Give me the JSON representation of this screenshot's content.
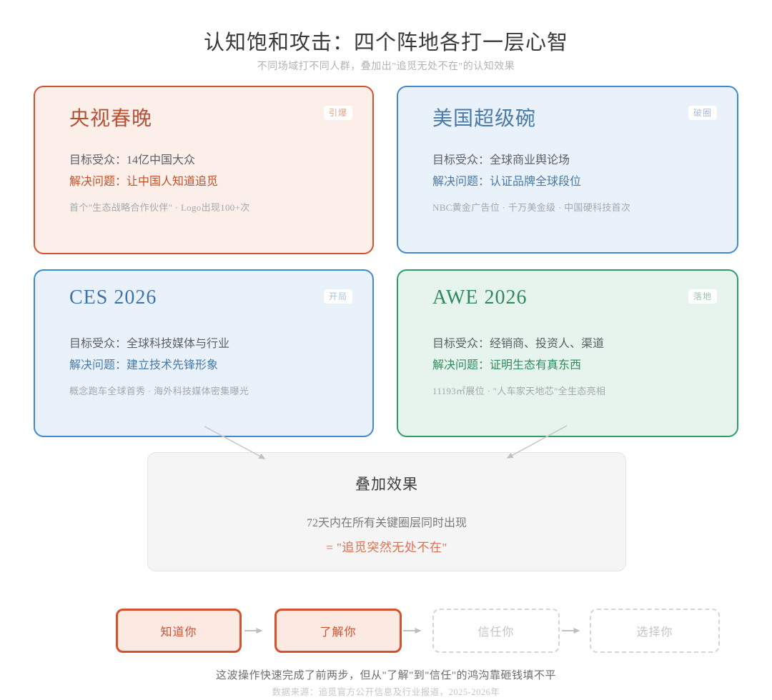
{
  "page": {
    "title": "认知饱和攻击：四个阵地各打一层心智",
    "subtitle": "不同场域打不同人群，叠加出\"追觅无处不在\"的认知效果"
  },
  "cards": [
    {
      "title": "央视春晚",
      "badge": "引爆",
      "audience": "目标受众：14亿中国大众",
      "problem": "解决问题：让中国人知道追觅",
      "footnote": "首个\"生态战略合作伙伴\" · Logo出现100+次",
      "colors": {
        "border": "#d4532e",
        "bg": "#fcefe9",
        "title": "#b55137",
        "problem": "#c2512a",
        "badge_text": "#e5a18b"
      }
    },
    {
      "title": "美国超级碗",
      "badge": "破圈",
      "audience": "目标受众：全球商业舆论场",
      "problem": "解决问题：认证品牌全球段位",
      "footnote": "NBC黄金广告位 · 千万美金级 · 中国硬科技首次",
      "colors": {
        "border": "#4289d1",
        "bg": "#e9f1fa",
        "title": "#4a7aa6",
        "problem": "#4a7aa6",
        "badge_text": "#a9bdd6"
      }
    },
    {
      "title": "CES 2026",
      "badge": "开局",
      "audience": "目标受众：全球科技媒体与行业",
      "problem": "解决问题：建立技术先锋形象",
      "footnote": "概念跑车全球首秀 · 海外科技媒体密集曝光",
      "colors": {
        "border": "#4289d1",
        "bg": "#e9f1fa",
        "title": "#3f74a8",
        "problem": "#4a7aa6",
        "badge_text": "#a9c0dd"
      }
    },
    {
      "title": "AWE 2026",
      "badge": "落地",
      "audience": "目标受众：经销商、投资人、渠道",
      "problem": "解决问题：证明生态有真东西",
      "footnote": "11193㎡展位 · \"人车家天地芯\"全生态亮相",
      "colors": {
        "border": "#2f9d67",
        "bg": "#e7f3ed",
        "title": "#2e8a5c",
        "problem": "#2f8d5f",
        "badge_text": "#9ec3ab"
      }
    }
  ],
  "summary": {
    "title": "叠加效果",
    "line1": "72天内在所有关键圈层同时出现",
    "line2": "= \"追觅突然无处不在\""
  },
  "funnel": {
    "steps": [
      {
        "label": "知道你",
        "state": "active"
      },
      {
        "label": "了解你",
        "state": "active"
      },
      {
        "label": "信任你",
        "state": "inactive"
      },
      {
        "label": "选择你",
        "state": "inactive"
      }
    ]
  },
  "footer": {
    "note": "这波操作快速完成了前两步，但从\"了解\"到\"信任\"的鸿沟靠砸钱填不平",
    "source": "数据来源：追觅官方公开信息及行业报道，2025-2026年"
  },
  "accents": {
    "hot_orange": "#d4532e",
    "steel_blue": "#4289d1",
    "eco_green": "#2f9d67",
    "coral_highlight": "#dd7150",
    "arrow_gray": "#bfbfbf"
  }
}
